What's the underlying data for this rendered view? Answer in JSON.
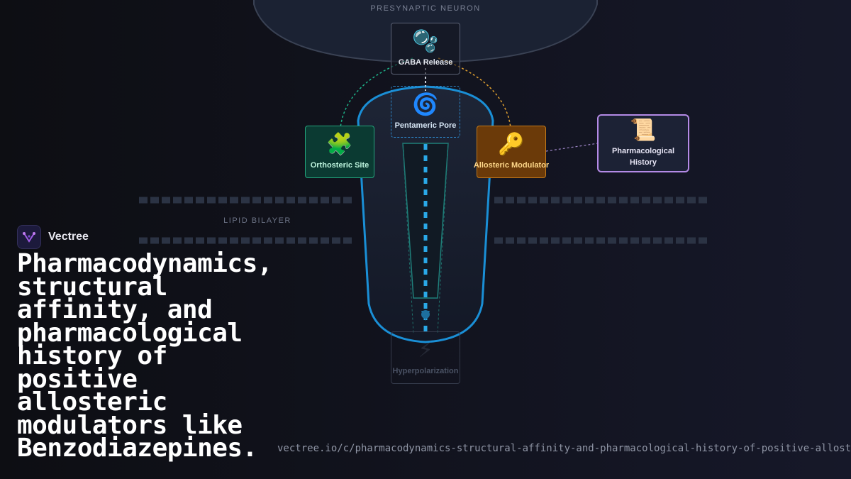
{
  "brand": {
    "name": "Vectree",
    "logo_icon": "vectree-logo-icon"
  },
  "headline": "Pharmacodynamics, structural affinity, and pharmacological history of positive allosteric modulators like Benzodiazepines.",
  "url": "vectree.io/c/pharmacodynamics-structural-affinity-and-pharmacological-history-of-positive-allosteric-modulators-like-benzodiazepines",
  "regions": {
    "presynaptic": "PRESYNAPTIC NEURON",
    "lipid": "LIPID BILAYER"
  },
  "nodes": {
    "gaba": {
      "label": "GABA Release",
      "icon": "🫧",
      "icon_name": "bubbles-icon"
    },
    "pore": {
      "label": "Pentameric Pore",
      "icon": "🌀",
      "icon_name": "cyclone-icon"
    },
    "orthosteric": {
      "label": "Orthosteric Site",
      "icon": "🧩",
      "icon_name": "puzzle-piece-icon"
    },
    "allosteric": {
      "label": "Allosteric Modulator",
      "icon": "🔑",
      "icon_name": "key-icon"
    },
    "history": {
      "label": "Pharmacological History",
      "icon": "📜",
      "icon_name": "scroll-icon"
    },
    "hyper": {
      "label": "Hyperpolarization",
      "icon": "⚡",
      "icon_name": "lightning-icon"
    }
  },
  "colors": {
    "background": "#0f1016",
    "channel": "#1a8fd6",
    "orthosteric": "#23a57c",
    "allosteric": "#c47a1a",
    "history": "#b48ae6",
    "ion_flow": "#2aa9e8"
  }
}
